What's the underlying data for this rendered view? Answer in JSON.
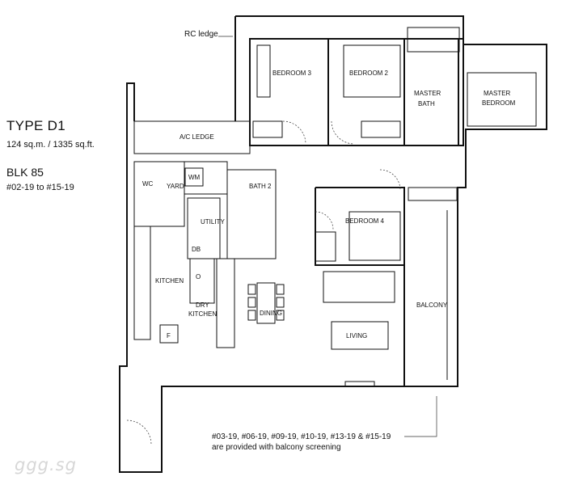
{
  "plan": {
    "type": "TYPE D1",
    "area": "124 sq.m. / 1335 sq.ft.",
    "block": "BLK 85",
    "units": "#02-19 to #15-19",
    "rc_ledge": "RC ledge",
    "note_line1": "#03-19, #06-19, #09-19, #10-19, #13-19 & #15-19",
    "note_line2": "are provided with balcony screening",
    "watermark": "ggg.sg"
  },
  "rooms": {
    "bedroom3": "BEDROOM 3",
    "bedroom2": "BEDROOM 2",
    "master_bath_1": "MASTER",
    "master_bath_2": "BATH",
    "master_bed_1": "MASTER",
    "master_bed_2": "BEDROOM",
    "ac_ledge": "A/C LEDGE",
    "wc": "WC",
    "yard": "YARD",
    "wm": "WM",
    "bath2": "BATH 2",
    "utility": "UTILITY",
    "db": "DB",
    "kitchen": "KITCHEN",
    "dry_kitchen_1": "DRY",
    "dry_kitchen_2": "KITCHEN",
    "dining": "DINING",
    "bedroom4": "BEDROOM 4",
    "living": "LIVING",
    "balcony": "BALCONY",
    "fridge": "F",
    "oven": "O"
  }
}
